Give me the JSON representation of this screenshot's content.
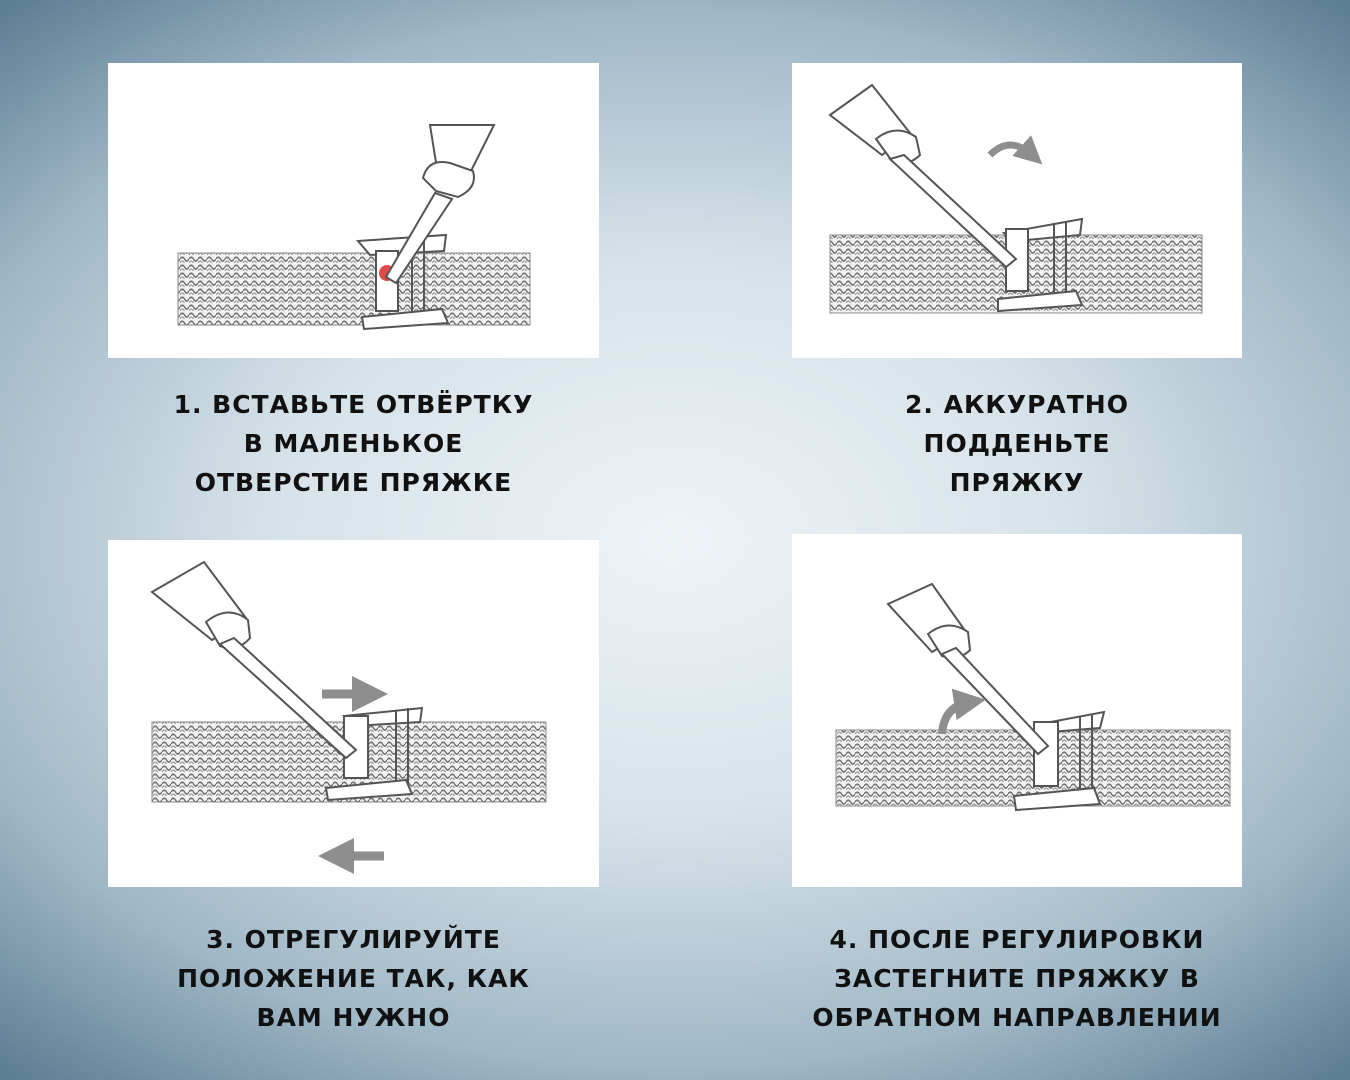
{
  "steps": [
    {
      "lines": [
        "1. Вставьте отвёртку",
        "в маленькое",
        "отверстие пряжке"
      ]
    },
    {
      "lines": [
        "2. Аккуратно",
        "подденьте",
        "пряжку"
      ]
    },
    {
      "lines": [
        "3. Отрегулируйте",
        "положение так, как",
        "вам нужно"
      ]
    },
    {
      "lines": [
        "4. После регулировки",
        "застегните пряжку в",
        "обратном направлении"
      ]
    }
  ],
  "colors": {
    "highlight": "#e24a4a",
    "arrow": "#8e8e8e",
    "line": "#5a5a5a"
  },
  "icons": [
    "screwdriver-icon",
    "mesh-band",
    "buckle-clasp",
    "curved-arrow-icon",
    "arrow-right-icon",
    "arrow-left-icon"
  ]
}
